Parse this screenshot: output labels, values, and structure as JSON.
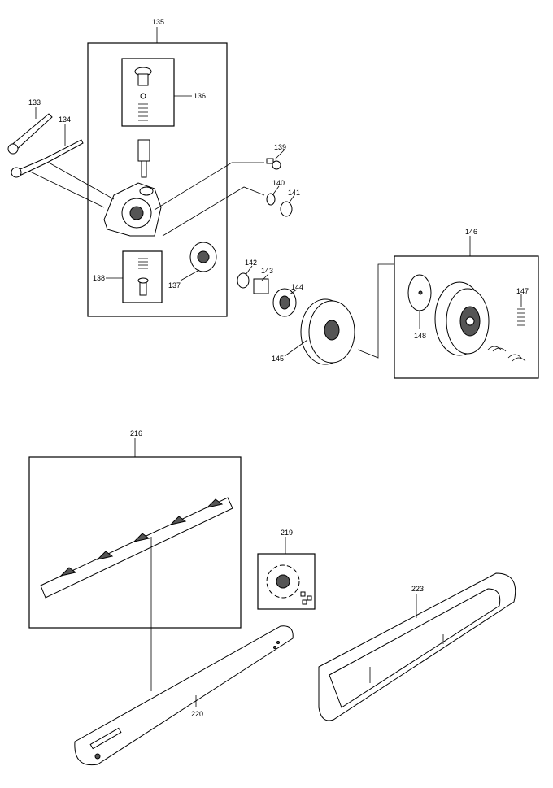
{
  "diagram": {
    "labels": {
      "p133": "133",
      "p134": "134",
      "p135": "135",
      "p136": "136",
      "p137": "137",
      "p138": "138",
      "p139": "139",
      "p140": "140",
      "p141": "141",
      "p142": "142",
      "p143": "143",
      "p144": "144",
      "p145": "145",
      "p146": "146",
      "p147": "147",
      "p148": "148",
      "p216": "216",
      "p219": "219",
      "p220": "220",
      "p223": "223"
    }
  }
}
